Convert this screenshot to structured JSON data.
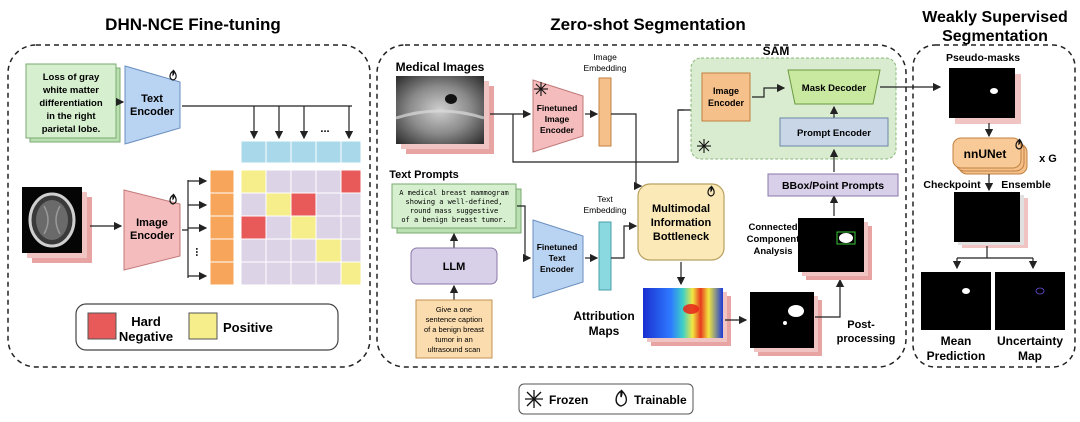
{
  "panels": {
    "left_title": "DHN-NCE Fine-tuning",
    "middle_title": "Zero-shot Segmentation",
    "right_title_line1": "Weakly Supervised",
    "right_title_line2": "Segmentation"
  },
  "left": {
    "caption_lines": [
      "Loss of gray",
      "white matter",
      "differentiation",
      "in the right",
      "parietal lobe."
    ],
    "text_encoder": [
      "Text",
      "Encoder"
    ],
    "image_encoder": [
      "Image",
      "Encoder"
    ],
    "ellipsis_h": "...",
    "ellipsis_v": "...",
    "legend_hard": [
      "Hard",
      "Negative"
    ],
    "legend_positive": "Positive",
    "colors": {
      "hard_negative": "#e85a5a",
      "positive": "#f6ee8a",
      "text_token": "#a8d8ea",
      "image_token": "#f6a55a",
      "cell": "#dcd3e6"
    }
  },
  "middle": {
    "medical_images": "Medical Images",
    "image_embedding": [
      "Image",
      "Embedding"
    ],
    "ft_image_encoder": [
      "Finetuned",
      "Image",
      "Encoder"
    ],
    "sam_label": "SAM",
    "sam_image_encoder": [
      "Image",
      "Encoder"
    ],
    "mask_decoder": "Mask Decoder",
    "prompt_encoder": "Prompt Encoder",
    "text_prompts": "Text Prompts",
    "text_prompt_lines": [
      "A medical breast mammogram",
      "showing a well-defined,",
      "round mass suggestive",
      "of a benign breast tumor."
    ],
    "text_embedding": [
      "Text",
      "Embedding"
    ],
    "ft_text_encoder": [
      "Finetuned",
      "Text",
      "Encoder"
    ],
    "mib": [
      "Multimodal",
      "Information",
      "Bottleneck"
    ],
    "bbox_prompts": "BBox/Point Prompts",
    "connected_component": [
      "Connected",
      "Component",
      "Analysis"
    ],
    "llm": "LLM",
    "llm_prompt_lines": [
      "Give a one",
      "sentence caption",
      "of a benign breast",
      "tumor in an",
      "ultrasound scan"
    ],
    "attribution_maps": [
      "Attribution",
      "Maps"
    ],
    "post_processing": [
      "Post-",
      "processing"
    ]
  },
  "right": {
    "pseudo_masks": "Pseudo-masks",
    "nnunet": "nnUNet",
    "times_g": "x G",
    "checkpoint": "Checkpoint",
    "ensemble": "Ensemble",
    "mean_prediction": [
      "Mean",
      "Prediction"
    ],
    "uncertainty_map": [
      "Uncertainty",
      "Map"
    ]
  },
  "legend": {
    "frozen": "Frozen",
    "trainable": "Trainable"
  }
}
